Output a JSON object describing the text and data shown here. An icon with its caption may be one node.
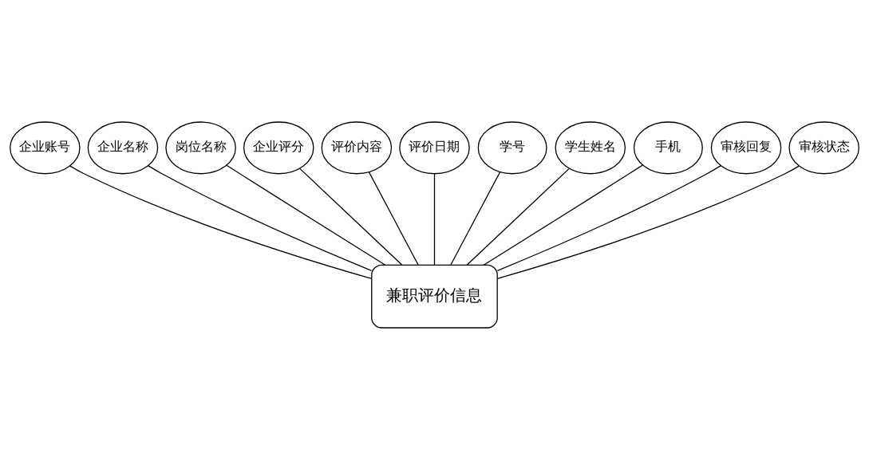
{
  "diagram": {
    "nodes": [
      {
        "text": [
          "兼职评价信息"
        ]
      },
      {
        "text": [
          "企业账号"
        ]
      },
      {
        "text": [
          "企业名称"
        ]
      },
      {
        "text": [
          "岗位名称"
        ]
      },
      {
        "text": [
          "企业评分"
        ]
      },
      {
        "text": [
          "评价内容"
        ]
      },
      {
        "text": [
          "评价日期"
        ]
      },
      {
        "text": [
          "学号"
        ]
      },
      {
        "text": [
          "学生姓名"
        ]
      },
      {
        "text": [
          "手机"
        ]
      },
      {
        "text": [
          "审核回复"
        ]
      },
      {
        "text": [
          "审核状态"
        ]
      }
    ],
    "edges": [
      {
        "from": 0,
        "to": 1,
        "arrow": "none"
      },
      {
        "from": 0,
        "to": 2,
        "arrow": "none"
      },
      {
        "from": 0,
        "to": 3,
        "arrow": "none"
      },
      {
        "from": 0,
        "to": 4,
        "arrow": "none"
      },
      {
        "from": 0,
        "to": 5,
        "arrow": "none"
      },
      {
        "from": 0,
        "to": 6,
        "arrow": "none"
      },
      {
        "from": 0,
        "to": 7,
        "arrow": "none"
      },
      {
        "from": 0,
        "to": 8,
        "arrow": "none"
      },
      {
        "from": 0,
        "to": 9,
        "arrow": "none"
      },
      {
        "from": 0,
        "to": 10,
        "arrow": "none"
      },
      {
        "from": 0,
        "to": 11,
        "arrow": "none"
      }
    ]
  }
}
